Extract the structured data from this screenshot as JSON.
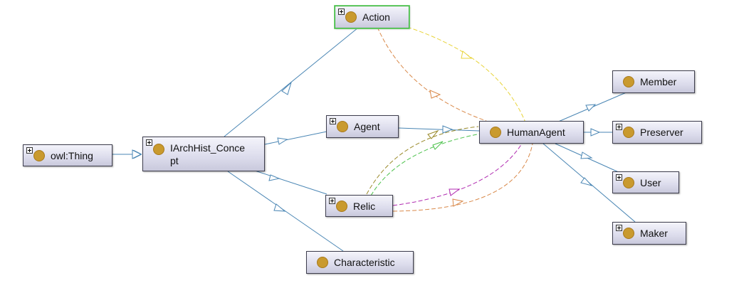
{
  "nodes": {
    "owl_thing": {
      "label": "owl:Thing",
      "expandable": true
    },
    "iarchhist": {
      "label": "IArchHist_Conce\npt",
      "expandable": true
    },
    "action": {
      "label": "Action",
      "expandable": true,
      "selected": true
    },
    "agent": {
      "label": "Agent",
      "expandable": true
    },
    "relic": {
      "label": "Relic",
      "expandable": true
    },
    "characteristic": {
      "label": "Characteristic",
      "expandable": false
    },
    "humanagent": {
      "label": "HumanAgent",
      "expandable": false
    },
    "member": {
      "label": "Member",
      "expandable": false
    },
    "preserver": {
      "label": "Preserver",
      "expandable": true
    },
    "user": {
      "label": "User",
      "expandable": true
    },
    "maker": {
      "label": "Maker",
      "expandable": true
    }
  },
  "edge_colors": {
    "subclass": "#4a86b4",
    "yellow": "#e8d43a",
    "orange": "#d9894a",
    "olive": "#9a8a2a",
    "green": "#4cc24c",
    "purple": "#b02ab0"
  }
}
